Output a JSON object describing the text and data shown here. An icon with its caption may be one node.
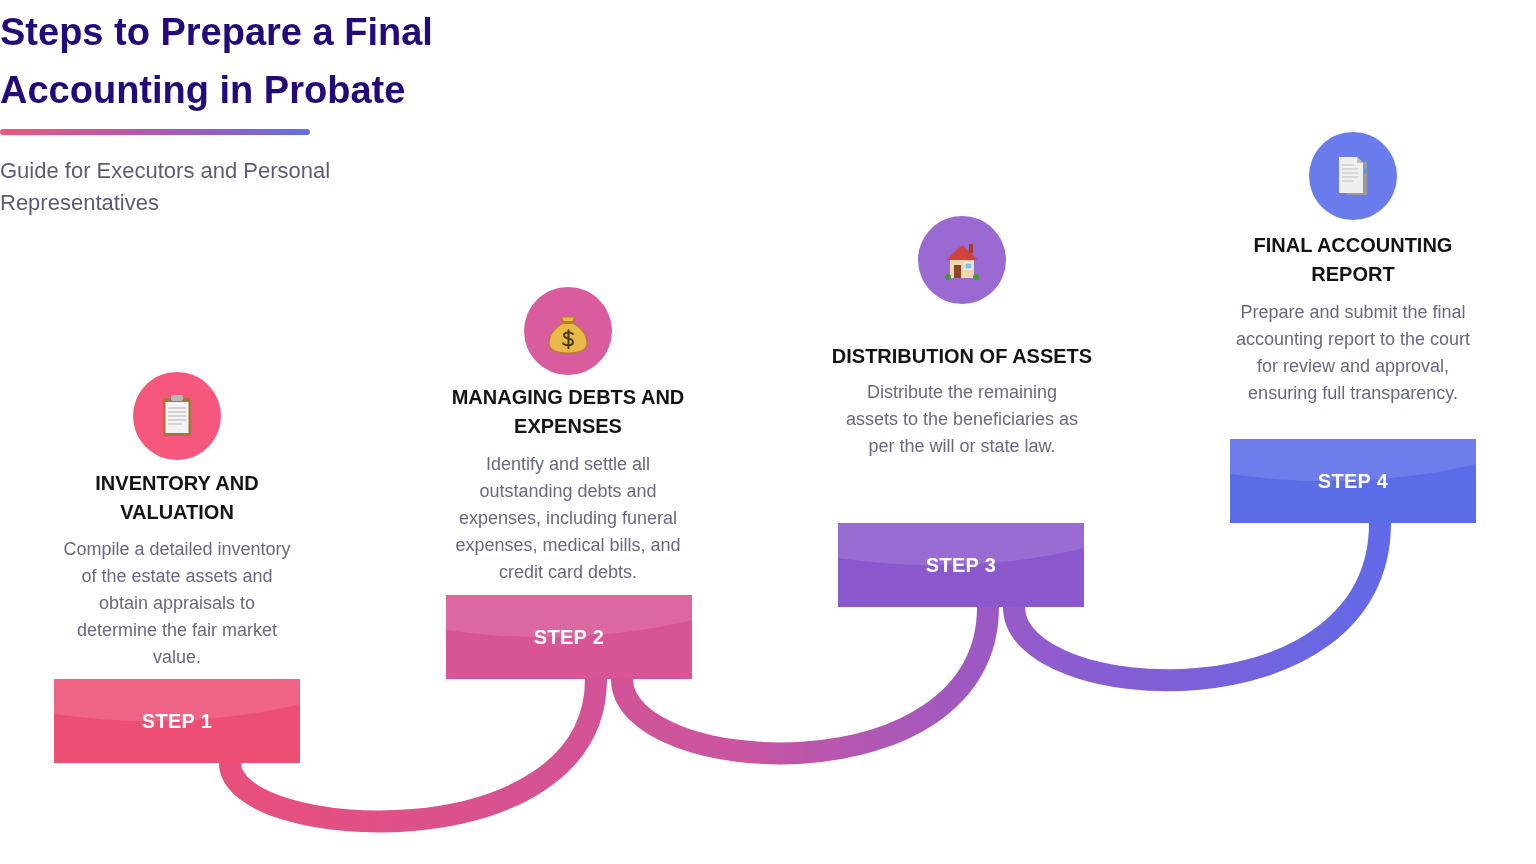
{
  "diagram": {
    "title": "Steps to Prepare a Final Accounting in Probate",
    "nodes": [
      {
        "text": [
          "STEP 1"
        ],
        "beside": [
          "INVENTORY AND VALUATION",
          "Compile a detailed inventory of the estate assets and obtain appraisals to determine the fair market value."
        ]
      },
      {
        "text": [
          "STEP 2"
        ],
        "beside": [
          "MANAGING DEBTS AND EXPENSES",
          "Identify and settle all outstanding debts and expenses, including funeral expenses, medical bills, and credit card debts."
        ]
      },
      {
        "text": [
          "STEP 3"
        ],
        "beside": [
          "DISTRIBUTION OF ASSETS",
          "Distribute the remaining assets to the beneficiaries as per the will or state law."
        ]
      },
      {
        "text": [
          "STEP 4"
        ],
        "beside": [
          "FINAL ACCOUNTING REPORT",
          "Prepare and submit the final accounting report to the court for review and approval, ensuring full transparency."
        ]
      }
    ],
    "edges": [
      {
        "from": 0,
        "to": 1,
        "arrow": "none"
      },
      {
        "from": 1,
        "to": 2,
        "arrow": "none"
      },
      {
        "from": 2,
        "to": 3,
        "arrow": "none"
      }
    ],
    "labels": [
      "Guide for Executors and Personal Representatives"
    ]
  }
}
